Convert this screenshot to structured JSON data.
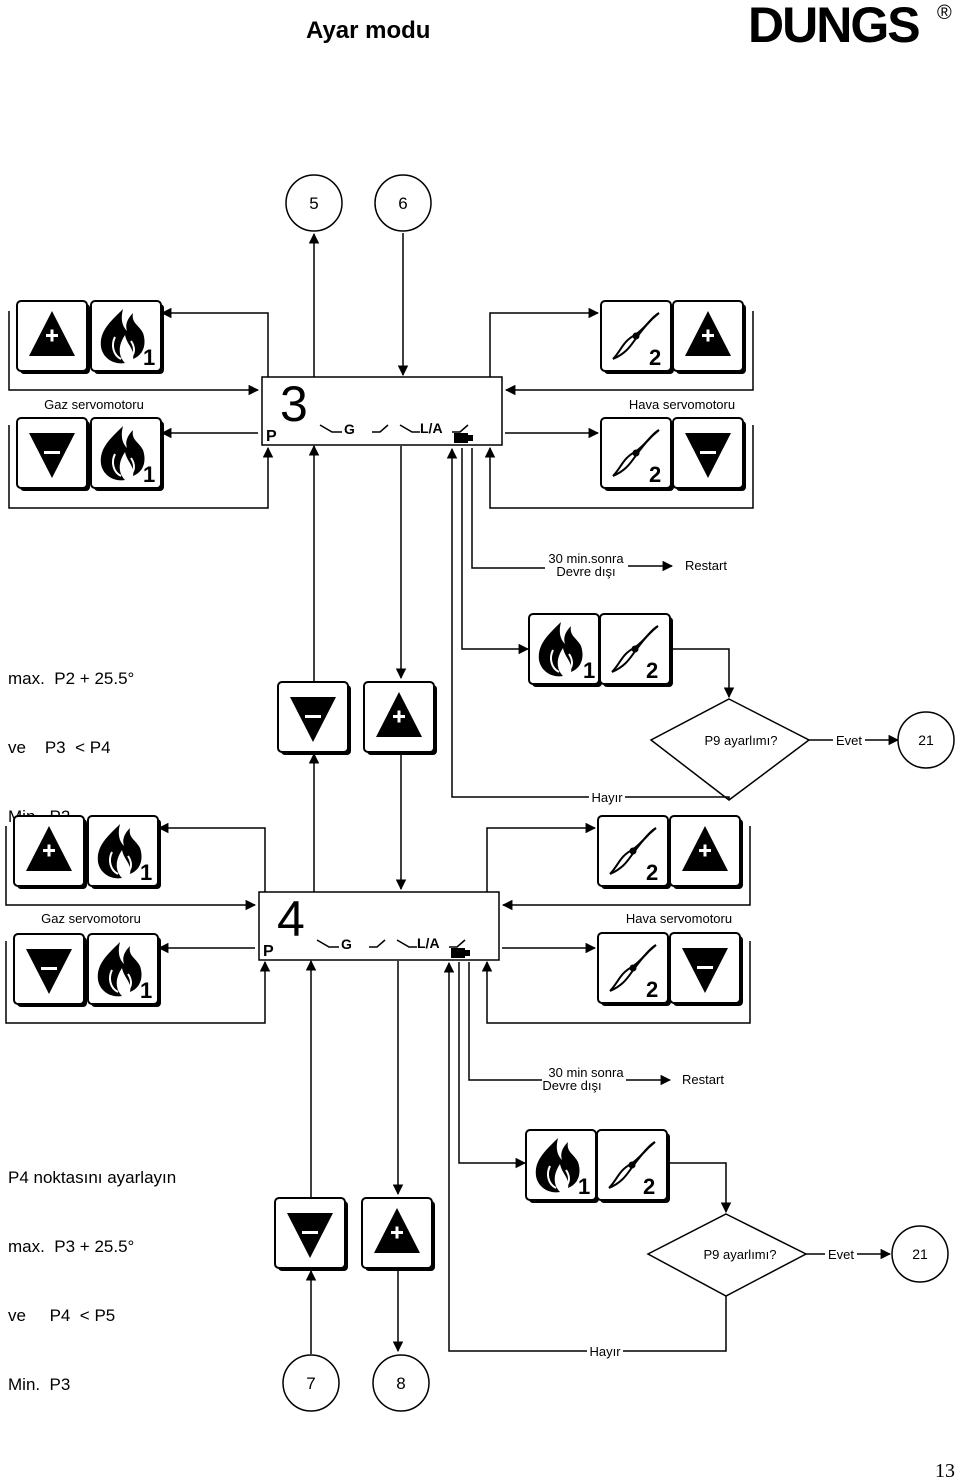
{
  "header": {
    "title": "Ayar modu",
    "brand": "DUNGS",
    "brand_mark": "®"
  },
  "connectors": {
    "c5": "5",
    "c6": "6",
    "c7": "7",
    "c8": "8",
    "c21": "21"
  },
  "labels": {
    "gas_servo": "Gaz servomotoru",
    "air_servo": "Hava servomotoru",
    "after_30_a": "30 min.sonra",
    "after_30_b": "30 min sonra",
    "shutdown": "Devre dışı",
    "restart": "Restart",
    "p9_question": "P9 ayarlımı?",
    "yes": "Evet",
    "no": "Hayır"
  },
  "display": {
    "p": "P",
    "g": "G",
    "la": "L/A",
    "step1": "3",
    "step2": "4"
  },
  "keys": {
    "one": "1",
    "two": "2"
  },
  "section1": {
    "lines": [
      "max.  P2 + 25.5°",
      "ve    P3  < P4",
      "Min.  P2"
    ]
  },
  "section2": {
    "lines": [
      "P4 noktasını ayarlayın",
      "max.  P3 + 25.5°",
      "ve     P4  < P5",
      "Min.  P3"
    ]
  },
  "page_number": "13"
}
